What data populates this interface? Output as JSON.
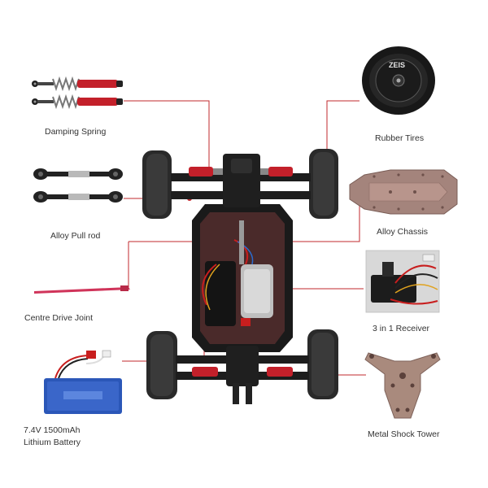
{
  "parts": {
    "damping_spring": "Damping Spring",
    "alloy_pull_rod": "Alloy Pull rod",
    "centre_drive_joint": "Centre Drive Joint",
    "battery_line1": "7.4V 1500mAh",
    "battery_line2": "Lithium Battery",
    "rubber_tires": "Rubber Tires",
    "alloy_chassis": "Alloy Chassis",
    "receiver": "3 in 1 Receiver",
    "shock_tower": "Metal Shock Tower"
  },
  "tire_mark": "ZEIS",
  "colors": {
    "callout": "#c0282d",
    "accent_red": "#d11f2a",
    "battery_blue": "#2b57b8"
  }
}
